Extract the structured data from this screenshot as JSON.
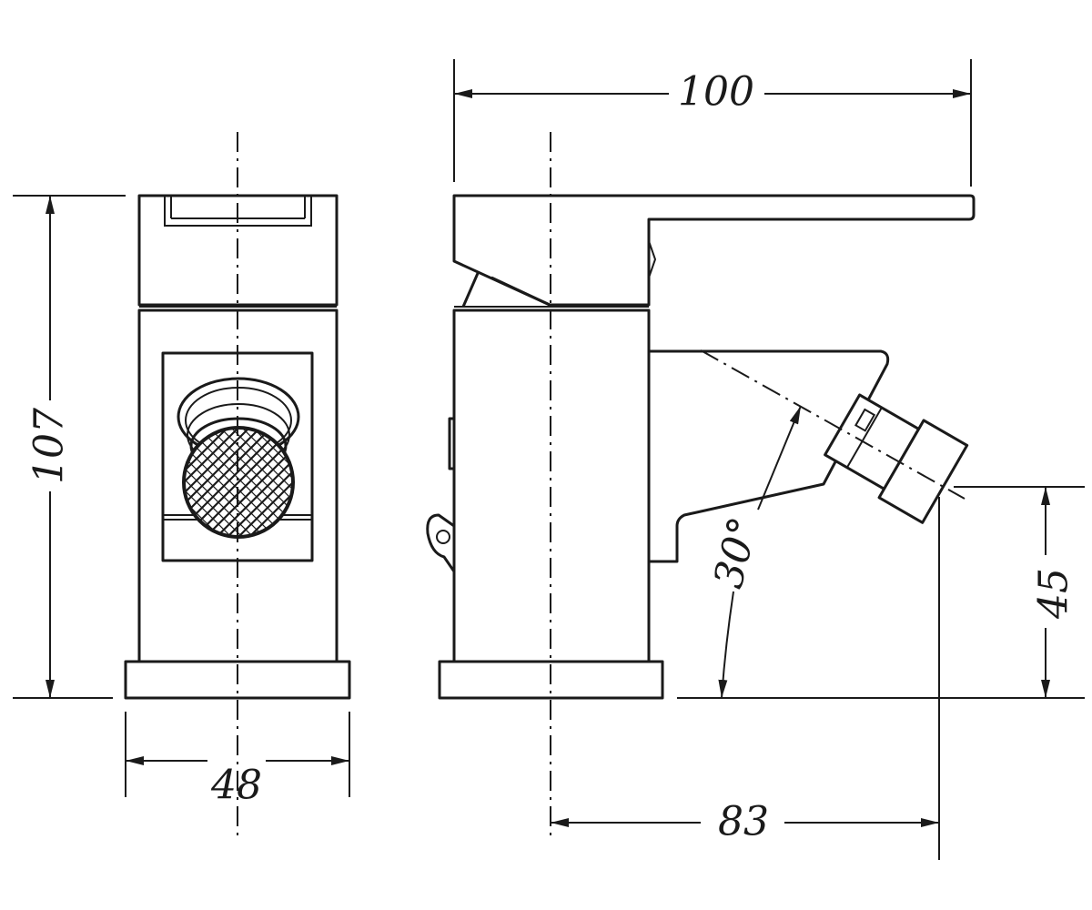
{
  "drawing": {
    "dimensions": {
      "overall_length": "100",
      "overall_height": "107",
      "base_width": "48",
      "spout_reach": "83",
      "spout_outlet_height": "45",
      "spout_angle": "30°"
    }
  }
}
